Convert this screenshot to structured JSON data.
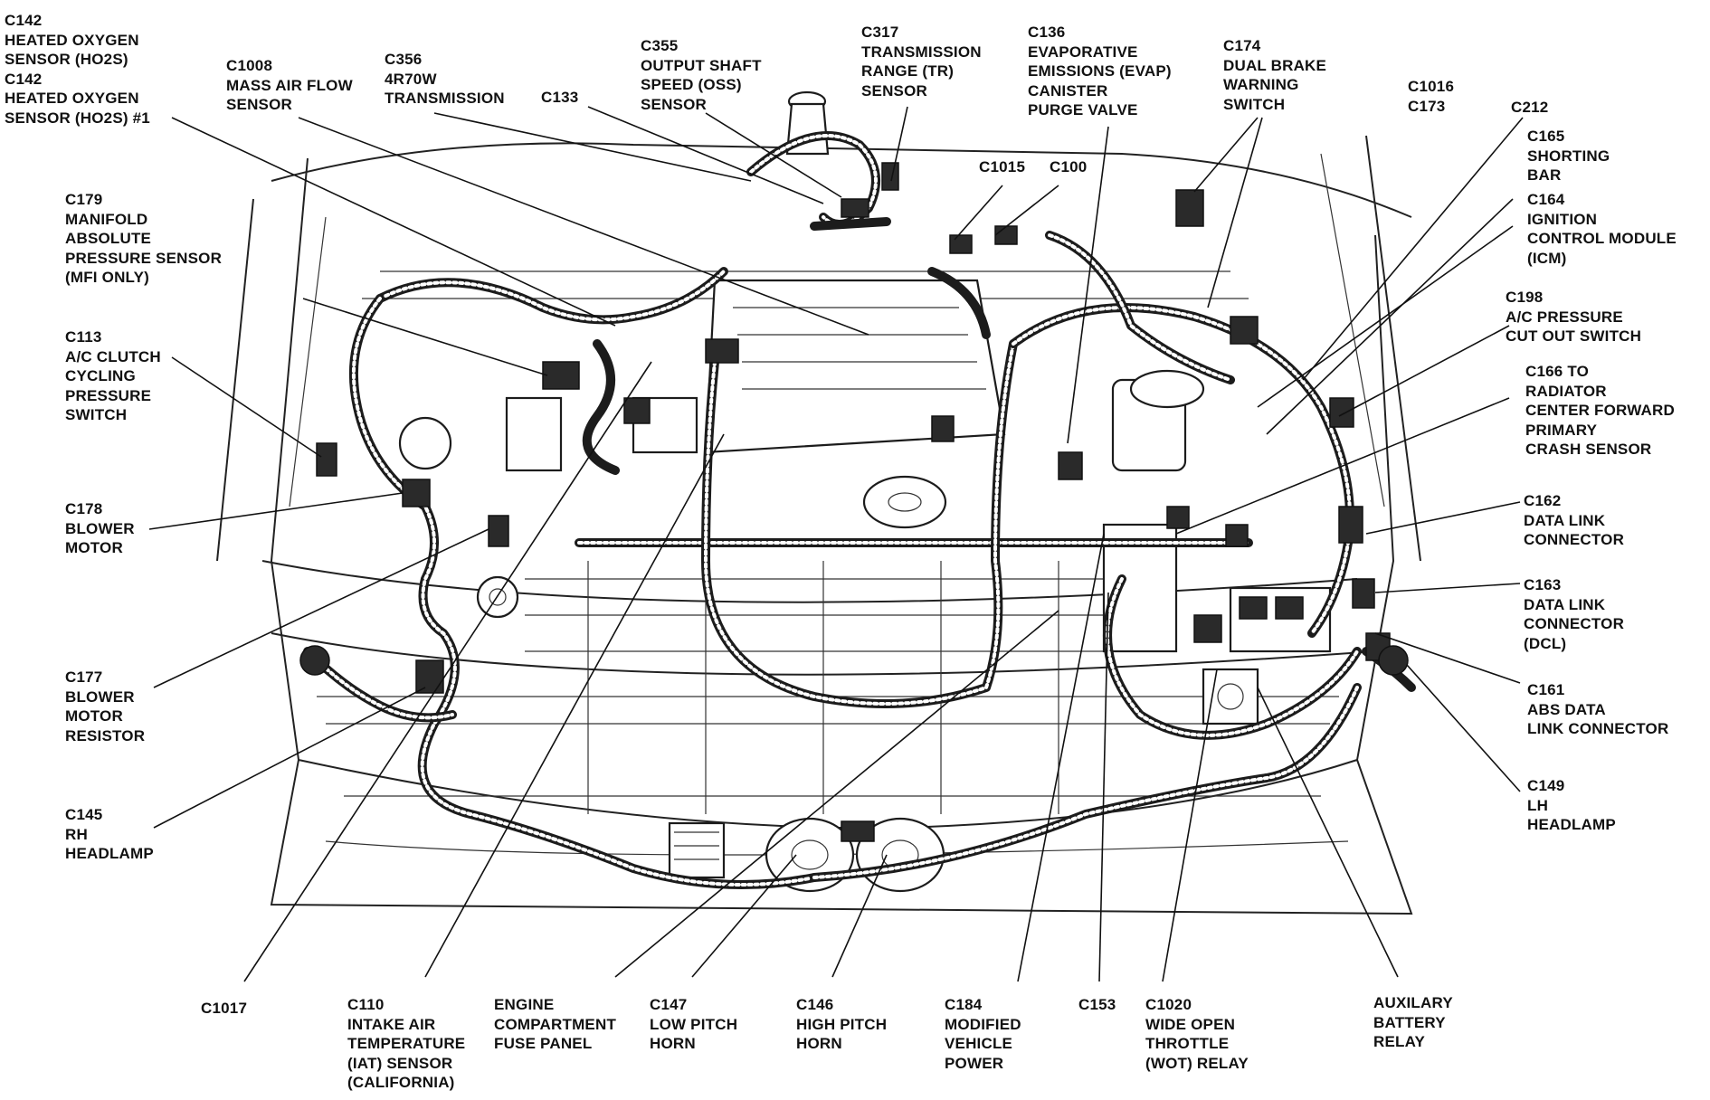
{
  "labels": [
    {
      "key": "c142",
      "lines": [
        "C142",
        "HEATED OXYGEN",
        "SENSOR (HO2S)",
        "C142",
        "HEATED OXYGEN",
        "SENSOR (HO2S) #1"
      ]
    },
    {
      "key": "c1008",
      "lines": [
        "C1008",
        "MASS AIR FLOW",
        "SENSOR"
      ]
    },
    {
      "key": "c356",
      "lines": [
        "C356",
        "4R70W",
        "TRANSMISSION"
      ]
    },
    {
      "key": "c133",
      "lines": [
        "C133"
      ]
    },
    {
      "key": "c355",
      "lines": [
        "C355",
        "OUTPUT SHAFT",
        "SPEED (OSS)",
        "SENSOR"
      ]
    },
    {
      "key": "c317",
      "lines": [
        "C317",
        "TRANSMISSION",
        "RANGE (TR)",
        "SENSOR"
      ]
    },
    {
      "key": "c136",
      "lines": [
        "C136",
        "EVAPORATIVE",
        "EMISSIONS (EVAP)",
        "CANISTER",
        "PURGE VALVE"
      ]
    },
    {
      "key": "c174",
      "lines": [
        "C174",
        "DUAL BRAKE",
        "WARNING",
        "SWITCH"
      ]
    },
    {
      "key": "c1016",
      "lines": [
        "C1016",
        "C173"
      ]
    },
    {
      "key": "c212",
      "lines": [
        "C212"
      ]
    },
    {
      "key": "c1015",
      "lines": [
        "C1015"
      ]
    },
    {
      "key": "c100",
      "lines": [
        "C100"
      ]
    },
    {
      "key": "c165",
      "lines": [
        "C165",
        "SHORTING",
        "BAR"
      ]
    },
    {
      "key": "c164",
      "lines": [
        "C164",
        "IGNITION",
        "CONTROL MODULE",
        "(ICM)"
      ]
    },
    {
      "key": "c179",
      "lines": [
        "C179",
        "MANIFOLD",
        "ABSOLUTE",
        "PRESSURE SENSOR",
        "(MFI ONLY)"
      ]
    },
    {
      "key": "c198",
      "lines": [
        "C198",
        "A/C PRESSURE",
        "CUT OUT SWITCH"
      ]
    },
    {
      "key": "c113",
      "lines": [
        "C113",
        "A/C CLUTCH",
        "CYCLING",
        "PRESSURE",
        "SWITCH"
      ]
    },
    {
      "key": "c166",
      "lines": [
        "C166 TO",
        "RADIATOR",
        "CENTER FORWARD",
        "PRIMARY",
        "CRASH SENSOR"
      ]
    },
    {
      "key": "c178",
      "lines": [
        "C178",
        "BLOWER",
        "MOTOR"
      ]
    },
    {
      "key": "c162",
      "lines": [
        "C162",
        "DATA LINK",
        "CONNECTOR"
      ]
    },
    {
      "key": "c163",
      "lines": [
        "C163",
        "DATA LINK",
        "CONNECTOR",
        "(DCL)"
      ]
    },
    {
      "key": "c177",
      "lines": [
        "C177",
        "BLOWER",
        "MOTOR",
        "RESISTOR"
      ]
    },
    {
      "key": "c161",
      "lines": [
        "C161",
        "ABS DATA",
        "LINK CONNECTOR"
      ]
    },
    {
      "key": "c145",
      "lines": [
        "C145",
        "RH",
        "HEADLAMP"
      ]
    },
    {
      "key": "c149",
      "lines": [
        "C149",
        "LH",
        "HEADLAMP"
      ]
    },
    {
      "key": "c1017",
      "lines": [
        "C1017"
      ]
    },
    {
      "key": "c110",
      "lines": [
        "C110",
        "INTAKE AIR",
        "TEMPERATURE",
        "(IAT) SENSOR",
        "(CALIFORNIA)"
      ]
    },
    {
      "key": "fuse",
      "lines": [
        "ENGINE",
        "COMPARTMENT",
        "FUSE PANEL"
      ]
    },
    {
      "key": "c147",
      "lines": [
        "C147",
        "LOW PITCH",
        "HORN"
      ]
    },
    {
      "key": "c146",
      "lines": [
        "C146",
        "HIGH PITCH",
        "HORN"
      ]
    },
    {
      "key": "c184",
      "lines": [
        "C184",
        "MODIFIED",
        "VEHICLE",
        "POWER"
      ]
    },
    {
      "key": "c153",
      "lines": [
        "C153"
      ]
    },
    {
      "key": "c1020",
      "lines": [
        "C1020",
        "WIDE OPEN",
        "THROTTLE",
        "(WOT) RELAY"
      ]
    },
    {
      "key": "aux",
      "lines": [
        "AUXILARY",
        "BATTERY",
        "RELAY"
      ]
    }
  ]
}
